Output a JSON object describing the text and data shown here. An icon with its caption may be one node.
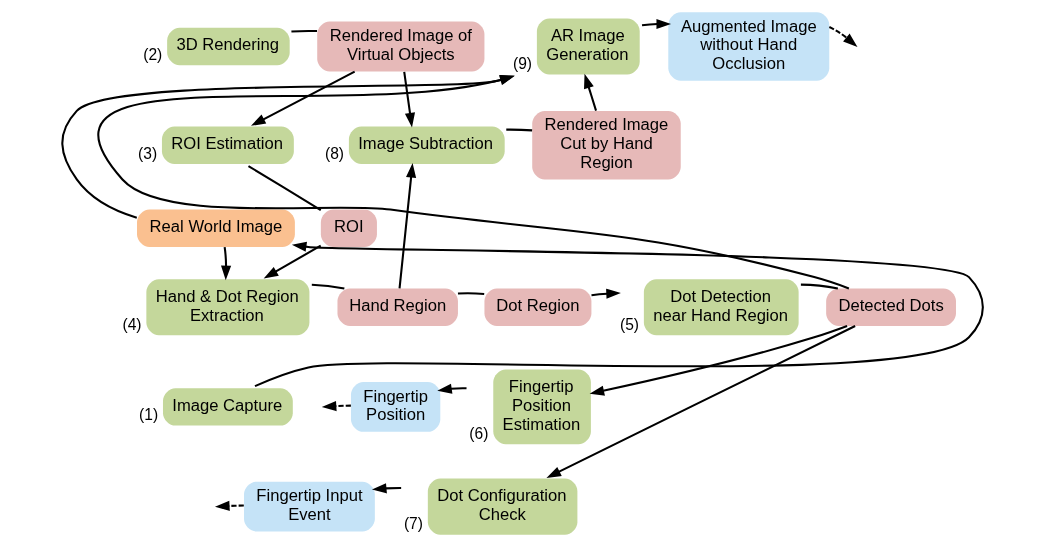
{
  "diagram": {
    "nodes": [
      {
        "text": [
          "Real World Image"
        ]
      },
      {
        "text": [
          "3D Rendering"
        ],
        "beside": [
          "(2)"
        ]
      },
      {
        "text": [
          "Rendered Image of Virtual Objects"
        ]
      },
      {
        "text": [
          "ROI Estimation"
        ],
        "beside": [
          "(3)"
        ]
      },
      {
        "text": [
          "AR Image Generation"
        ],
        "beside": [
          "(9)"
        ]
      },
      {
        "text": [
          "Augmented Image without Hand Occlusion"
        ]
      },
      {
        "text": [
          "Image Subtraction"
        ],
        "beside": [
          "(8)"
        ]
      },
      {
        "text": [
          "Rendered Image Cut by Hand Region"
        ]
      },
      {
        "text": [
          "ROI"
        ]
      },
      {
        "text": [
          "Hand & Dot Region Extraction"
        ],
        "beside": [
          "(4)"
        ]
      },
      {
        "text": [
          "Hand Region"
        ]
      },
      {
        "text": [
          "Dot Region"
        ]
      },
      {
        "text": [
          "Dot Detection near Hand Region"
        ],
        "beside": [
          "(5)"
        ]
      },
      {
        "text": [
          "Detected Dots"
        ]
      },
      {
        "text": [
          "Image Capture"
        ],
        "beside": [
          "(1)"
        ]
      },
      {
        "text": [
          "Fingertip Position"
        ]
      },
      {
        "text": [
          "Fingertip Position Estimation"
        ],
        "beside": [
          "(6)"
        ]
      },
      {
        "text": [
          "Fingertip Input Event"
        ]
      },
      {
        "text": [
          "Dot Configuration Check"
        ],
        "beside": [
          "(7)"
        ]
      }
    ],
    "edges": [
      {
        "from": 14,
        "to": 0,
        "arrow": "to"
      },
      {
        "from": 0,
        "to": 4,
        "arrow": "to"
      },
      {
        "from": 0,
        "to": 9,
        "arrow": "to"
      },
      {
        "from": 1,
        "to": 2,
        "arrow": "none"
      },
      {
        "from": 2,
        "to": 3,
        "arrow": "to"
      },
      {
        "from": 2,
        "to": 6,
        "arrow": "to"
      },
      {
        "from": 3,
        "to": 8,
        "arrow": "none"
      },
      {
        "from": 8,
        "to": 9,
        "arrow": "to"
      },
      {
        "from": 9,
        "to": 10,
        "arrow": "none"
      },
      {
        "from": 10,
        "to": 6,
        "arrow": "to"
      },
      {
        "from": 10,
        "to": 11,
        "arrow": "none"
      },
      {
        "from": 11,
        "to": 12,
        "arrow": "to"
      },
      {
        "from": 12,
        "to": 13,
        "arrow": "none"
      },
      {
        "from": 6,
        "to": 7,
        "arrow": "none"
      },
      {
        "from": 7,
        "to": 4,
        "arrow": "to"
      },
      {
        "from": 13,
        "to": 4,
        "arrow": "to"
      },
      {
        "from": 13,
        "to": 16,
        "arrow": "to"
      },
      {
        "from": 13,
        "to": 18,
        "arrow": "to"
      },
      {
        "from": 16,
        "to": 15,
        "arrow": "to"
      },
      {
        "from": 18,
        "to": 17,
        "arrow": "to"
      },
      {
        "from": 4,
        "to": 5,
        "arrow": "to"
      },
      {
        "from": 5,
        "to": null,
        "arrow": "to",
        "style": "dashed"
      },
      {
        "from": 15,
        "to": null,
        "arrow": "to",
        "style": "dashed"
      },
      {
        "from": 17,
        "to": null,
        "arrow": "to",
        "style": "dashed"
      }
    ]
  }
}
